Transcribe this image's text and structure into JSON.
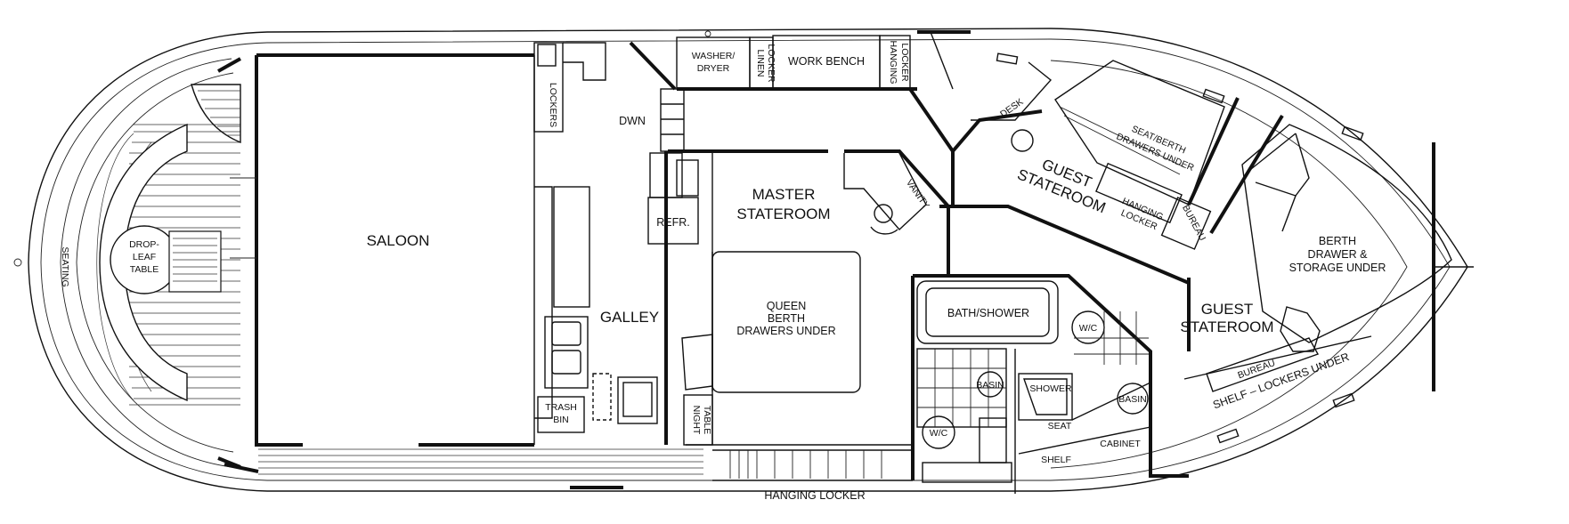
{
  "labels": {
    "seating": "SEATING",
    "drop_leaf_table": [
      "DROP-",
      "LEAF",
      "TABLE"
    ],
    "saloon": "SALOON",
    "lockers": "LOCKERS",
    "dwn": "DWN",
    "galley": "GALLEY",
    "trash_bin": [
      "TRASH",
      "BIN"
    ],
    "refr": "REFR.",
    "washer_dryer": [
      "WASHER/",
      "DRYER"
    ],
    "linen_locker": [
      "LINEN",
      "LOCKER"
    ],
    "work_bench": "WORK BENCH",
    "hanging_locker_top": [
      "HANGING",
      "LOCKER"
    ],
    "master_stateroom": [
      "MASTER",
      "STATEROOM"
    ],
    "vanity": "VANITY",
    "queen_berth": [
      "QUEEN",
      "BERTH",
      "DRAWERS UNDER"
    ],
    "night_table": [
      "NIGHT",
      "TABLE"
    ],
    "hanging_locker_bottom": "HANGING LOCKER",
    "bath_shower": "BATH/SHOWER",
    "wc_1": "W/C",
    "wc_2": "W/C",
    "basin_1": "BASIN",
    "basin_2": "BASIN",
    "shower": "SHOWER",
    "seat": "SEAT",
    "shelf": "SHELF",
    "cabinet": "CABINET",
    "desk": "DESK",
    "guest_stateroom_1": [
      "GUEST",
      "STATEROOM"
    ],
    "seat_berth": [
      "SEAT/BERTH",
      "DRAWERS UNDER"
    ],
    "hanging_locker_guest": [
      "HANGING",
      "LOCKER"
    ],
    "bureau_1": "BUREAU",
    "guest_stateroom_2": [
      "GUEST",
      "STATEROOM"
    ],
    "berth_drawer": [
      "BERTH",
      "DRAWER &",
      "STORAGE UNDER"
    ],
    "bureau_2": "BUREAU",
    "shelf_lockers": "SHELF – LOCKERS UNDER"
  }
}
